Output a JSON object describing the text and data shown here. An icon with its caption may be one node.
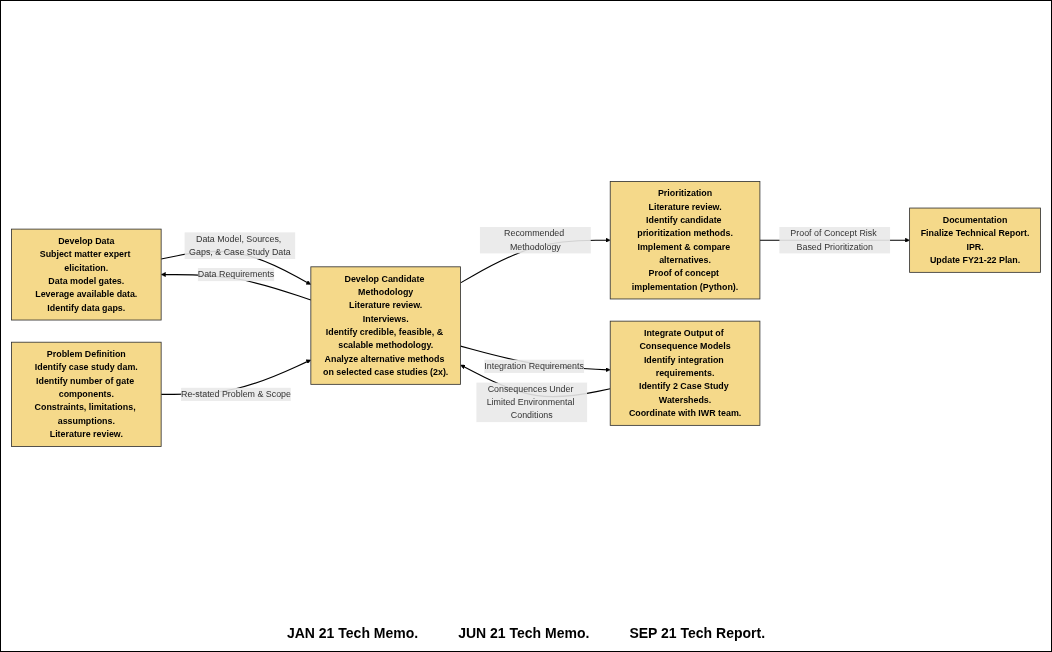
{
  "diagram": {
    "nodes": [
      {
        "text": [
          "Develop Data",
          "Subject matter expert elicitation.",
          "Data model gates.",
          "Leverage available data.",
          "Identify data gaps."
        ]
      },
      {
        "text": [
          "Problem Definition",
          "Identify case study dam.",
          "Identify number of gate components.",
          "Constraints, limitations, assumptions.",
          "Literature review."
        ]
      },
      {
        "text": [
          "Develop Candidate Methodology",
          "Literature review.",
          "Interviews.",
          "Identify credible, feasible, & scalable methodology.",
          "Analyze alternative methods on selected case studies (2x)."
        ]
      },
      {
        "text": [
          "Prioritization",
          "Literature review.",
          "Identify candidate prioritization methods.",
          "Implement & compare alternatives.",
          "Proof of concept implementation (Python)."
        ]
      },
      {
        "text": [
          "Integrate Output of Consequence Models",
          "Identify integration requirements.",
          "Identify 2 Case Study Watersheds.",
          "Coordinate with IWR team."
        ]
      },
      {
        "text": [
          "Documentation",
          "Finalize Technical Report.",
          "IPR.",
          "Update FY21-22 Plan."
        ]
      }
    ],
    "edges": [
      {
        "from": 0,
        "to": 2,
        "arrow": "to",
        "label": "Data Model, Sources, Gaps, & Case Study Data"
      },
      {
        "from": 2,
        "to": 0,
        "arrow": "to",
        "label": "Data Requirements"
      },
      {
        "from": 1,
        "to": 2,
        "arrow": "to",
        "label": "Re-stated Problem & Scope"
      },
      {
        "from": 2,
        "to": 3,
        "arrow": "to",
        "label": "Recommended Methodology"
      },
      {
        "from": 2,
        "to": 4,
        "arrow": "to",
        "label": "Integration Requirements"
      },
      {
        "from": 4,
        "to": 2,
        "arrow": "to",
        "label": "Consequences Under Limited Environmental Conditions"
      },
      {
        "from": 3,
        "to": 5,
        "arrow": "to",
        "label": "Proof of Concept Risk Based Prioritization"
      }
    ],
    "labels": [
      "JAN 21 Tech Memo.",
      "JUN 21 Tech Memo.",
      "SEP 21 Tech Report."
    ]
  }
}
